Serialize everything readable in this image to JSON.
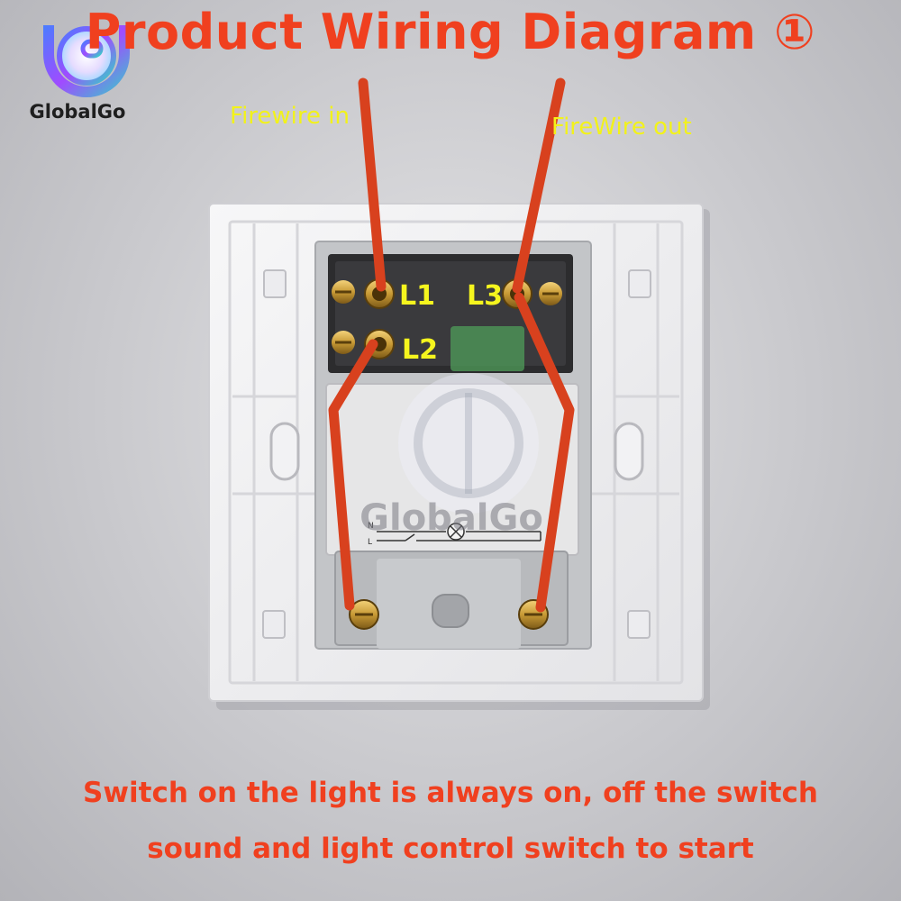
{
  "title": "Product Wiring Diagram ①",
  "brand": {
    "name": "GlobalGo",
    "watermark_text": "GlobalGo"
  },
  "wire_labels": {
    "in": "Firewire in",
    "out": "FireWire out"
  },
  "terminals": {
    "l1": "L1",
    "l2": "L2",
    "l3": "L3"
  },
  "module_labels": {
    "n": "N",
    "l": "L"
  },
  "caption": {
    "line1": "Switch on the light is always on, off the switch",
    "line2": "sound and light control switch to start"
  },
  "colors": {
    "title": "#f0401f",
    "wire": "#d8411e",
    "label_yellow": "#f2f21a",
    "terminal_label": "#f5f51e",
    "brass": "#c89a35"
  },
  "icons": [
    "globalgo-logo-icon",
    "lamp-symbol-icon",
    "screw-icon"
  ]
}
